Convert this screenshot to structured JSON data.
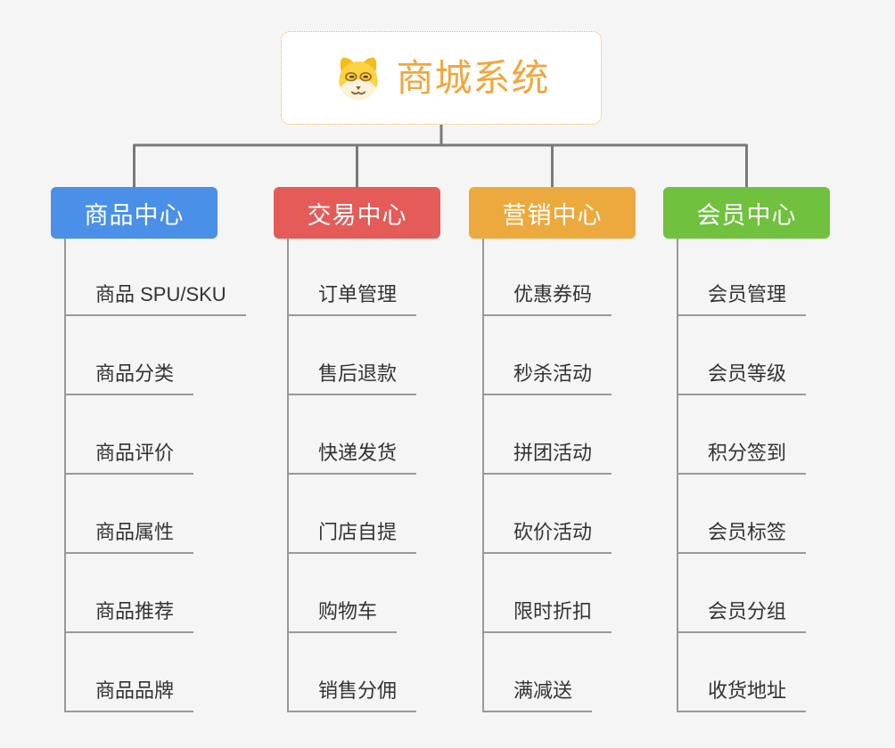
{
  "page": {
    "background": "#F5F5F5"
  },
  "root": {
    "label": "商城系统",
    "icon": "dog-face-icon",
    "text_color": "#F0A73E",
    "border_color": "#F2B04A"
  },
  "branches": [
    {
      "label": "商品中心",
      "color": "#4A90E8",
      "items": [
        "商品 SPU/SKU",
        "商品分类",
        "商品评价",
        "商品属性",
        "商品推荐",
        "商品品牌"
      ]
    },
    {
      "label": "交易中心",
      "color": "#E45B58",
      "items": [
        "订单管理",
        "售后退款",
        "快递发货",
        "门店自提",
        "购物车",
        "销售分佣"
      ]
    },
    {
      "label": "营销中心",
      "color": "#ECA93D",
      "items": [
        "优惠券码",
        "秒杀活动",
        "拼团活动",
        "砍价活动",
        "限时折扣",
        "满减送"
      ]
    },
    {
      "label": "会员中心",
      "color": "#6FC13E",
      "items": [
        "会员管理",
        "会员等级",
        "积分签到",
        "会员标签",
        "会员分组",
        "收货地址"
      ]
    }
  ],
  "lines": {
    "root_connector_color": "#7A7A7A",
    "branch_line_color": "#999999"
  }
}
